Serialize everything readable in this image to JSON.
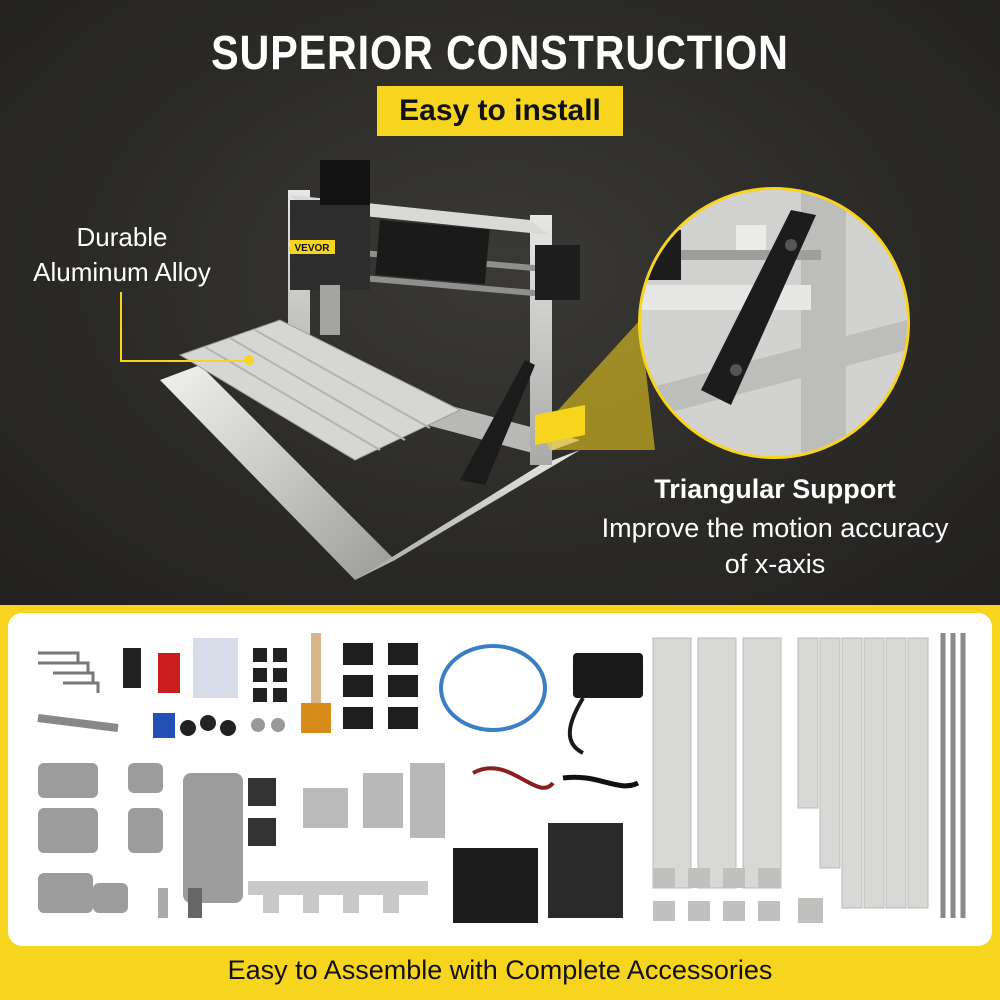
{
  "header": {
    "title": "SUPERIOR CONSTRUCTION",
    "subtitle": "Easy to install"
  },
  "callouts": {
    "aluminum_line1": "Durable",
    "aluminum_line2": "Aluminum Alloy",
    "support_title": "Triangular Support",
    "support_desc_line1": "Improve the motion accuracy",
    "support_desc_line2": "of x-axis"
  },
  "product": {
    "brand_tag": "VEVOR"
  },
  "accessories": {
    "caption": "Easy to Assemble with Complete Accessories"
  },
  "colors": {
    "accent": "#f7d51e",
    "background": "#2b2a27",
    "text_light": "#ffffff"
  }
}
